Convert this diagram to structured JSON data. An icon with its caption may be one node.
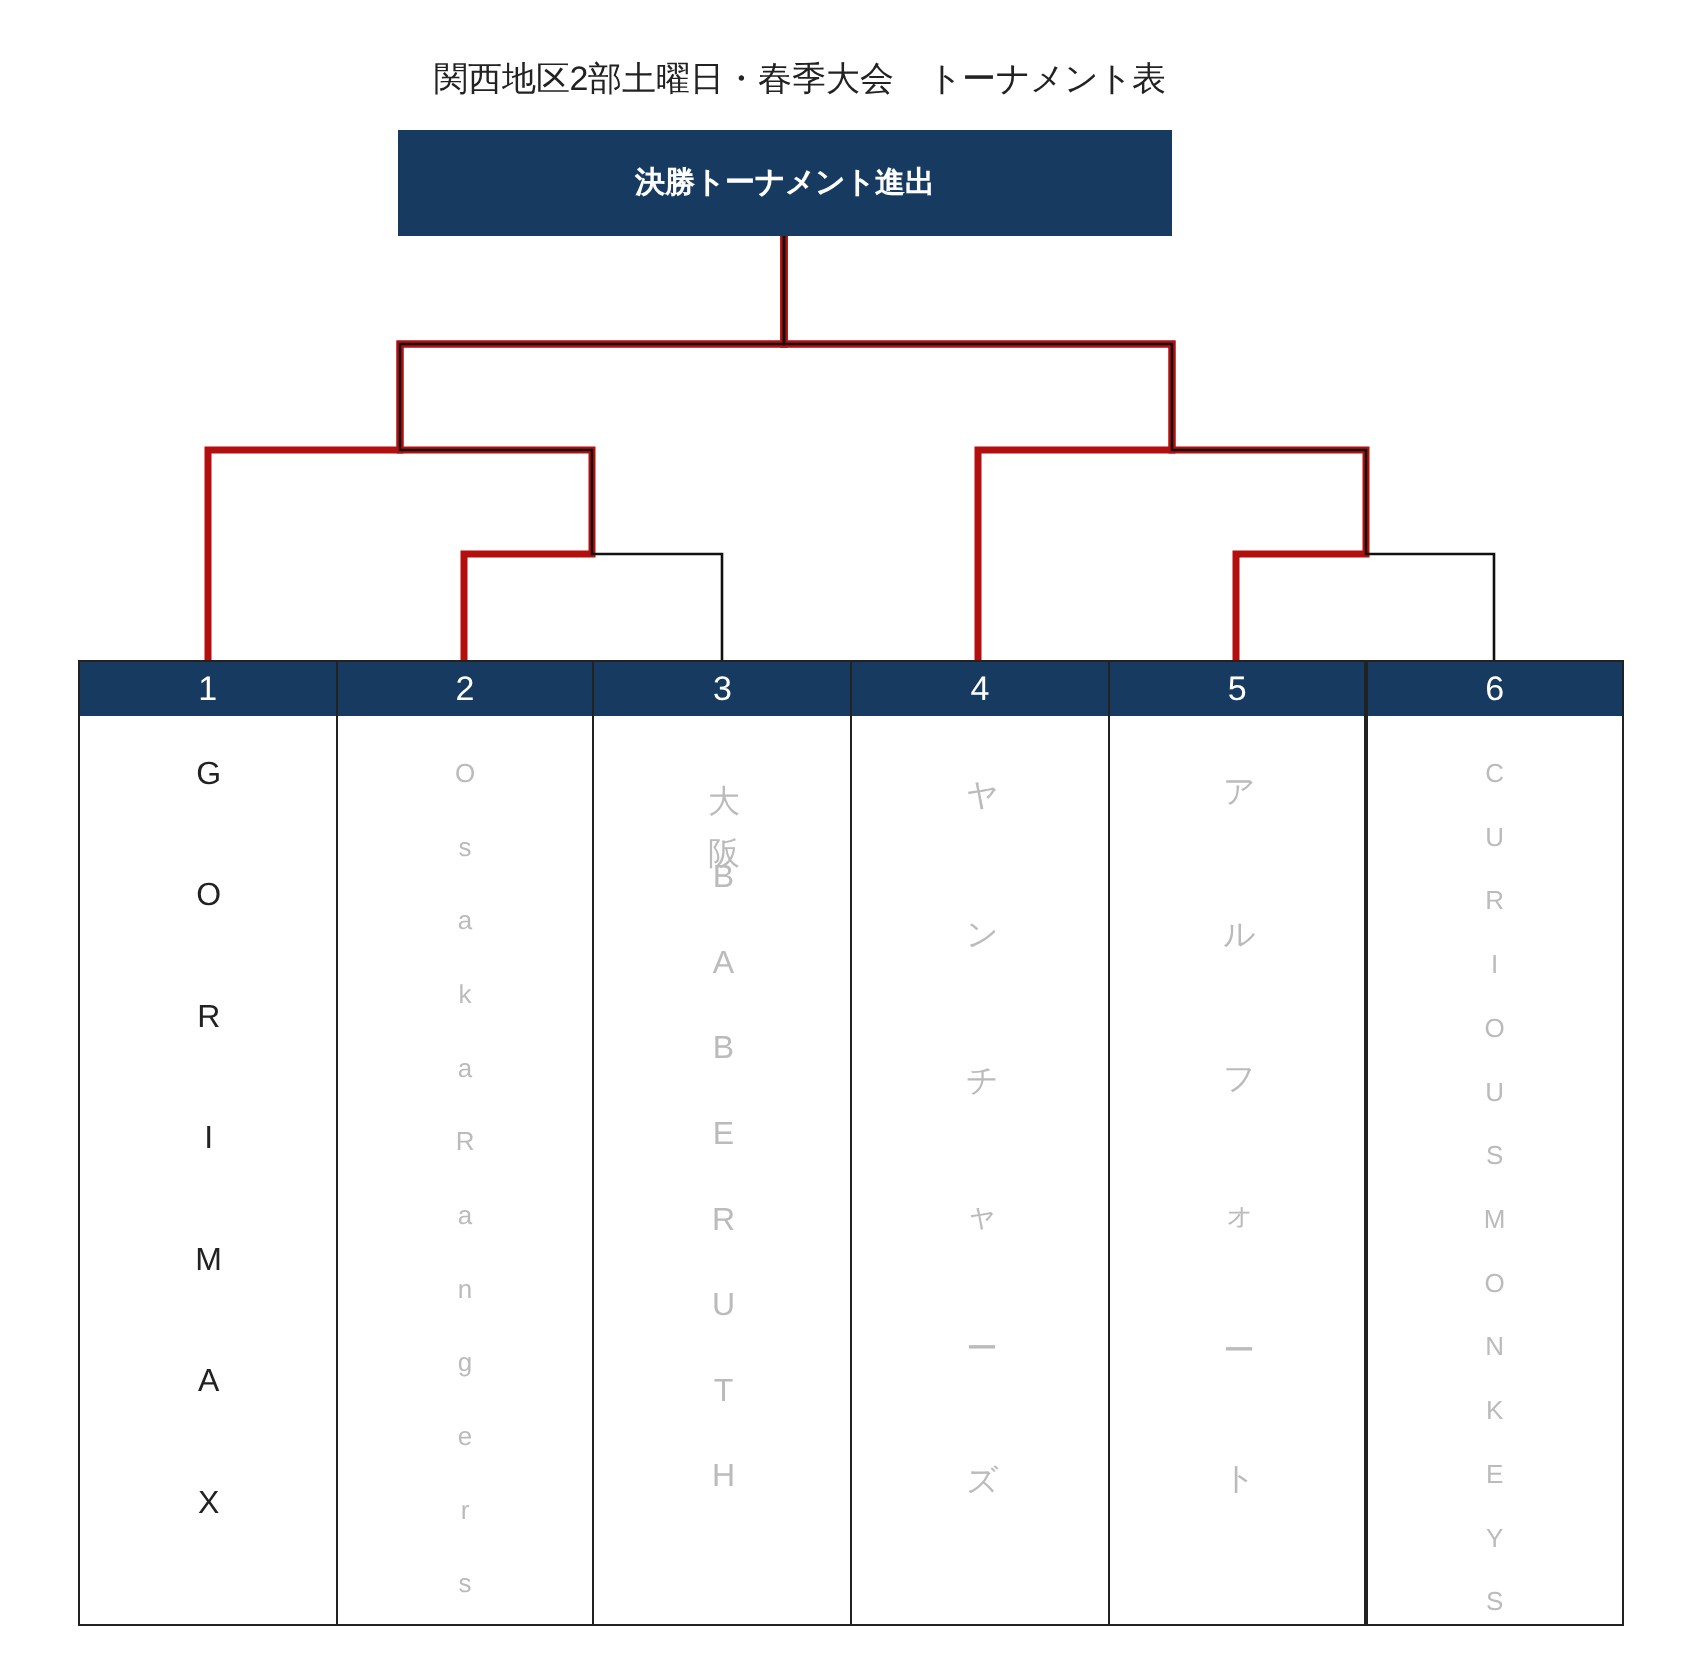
{
  "diagram": {
    "title": "関西地区2部土曜日・春季大会　トーナメント表",
    "nodes": [
      {
        "text": [
          "決勝トーナメント進出"
        ]
      },
      {
        "text": [
          "1",
          "GORIMAX"
        ]
      },
      {
        "text": [
          "2",
          "OsakaRangers"
        ]
      },
      {
        "text": [
          "3",
          "大阪BABERUTH"
        ]
      },
      {
        "text": [
          "4",
          "ヤンチャーズ"
        ]
      },
      {
        "text": [
          "5",
          "アルフォート"
        ]
      },
      {
        "text": [
          "6",
          "CURIOUSMONKEYS"
        ]
      }
    ],
    "edges": [
      {
        "from": 1,
        "to": 0,
        "arrow": "none"
      },
      {
        "from": 2,
        "to": 0,
        "arrow": "none"
      },
      {
        "from": 3,
        "to": 0,
        "arrow": "none",
        "color": "#111111"
      },
      {
        "from": 4,
        "to": 0,
        "arrow": "none"
      },
      {
        "from": 5,
        "to": 0,
        "arrow": "none"
      },
      {
        "from": 6,
        "to": 0,
        "arrow": "none",
        "color": "#111111"
      }
    ]
  }
}
